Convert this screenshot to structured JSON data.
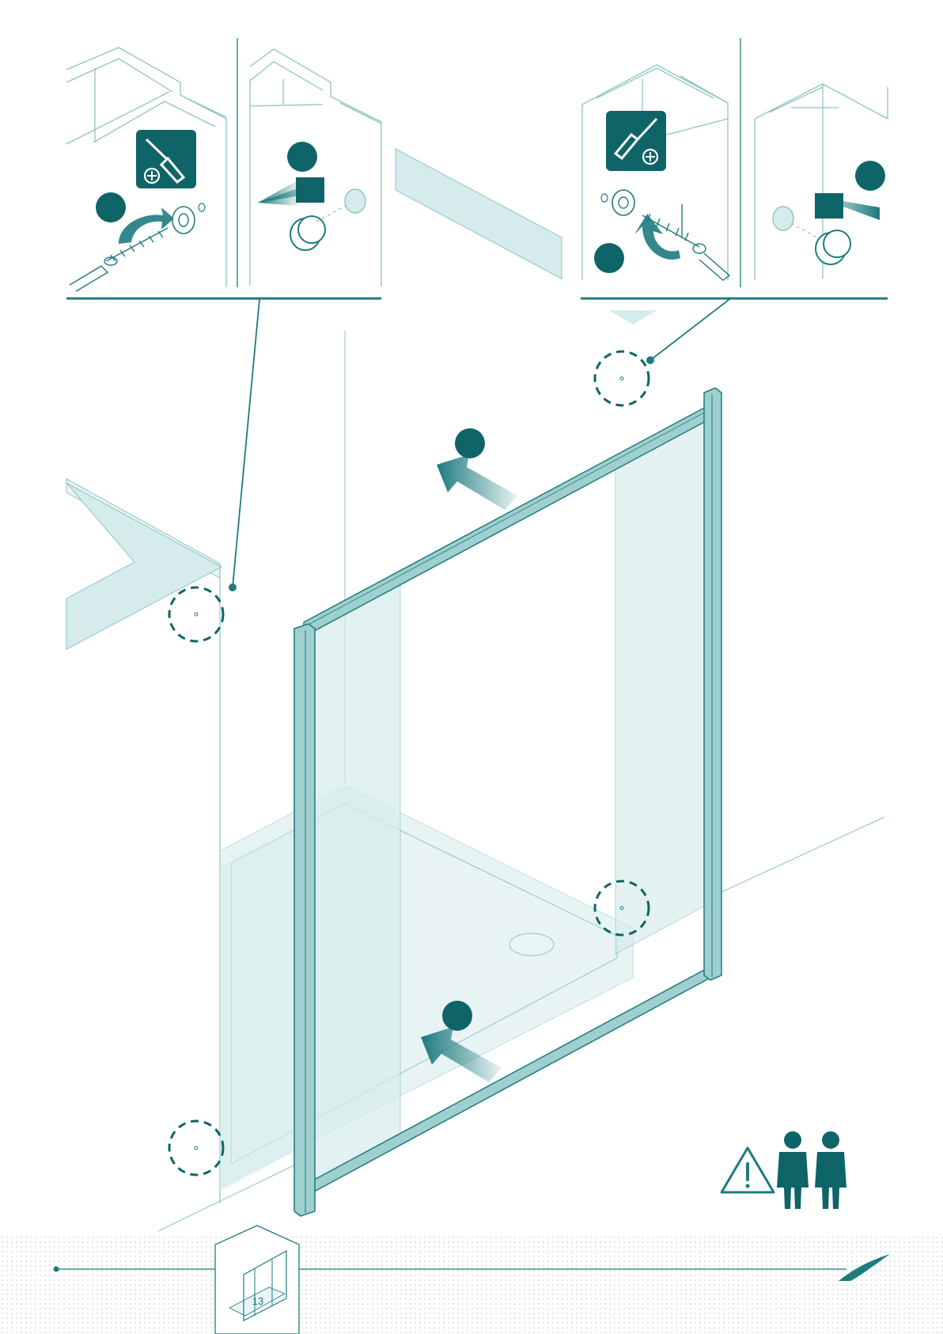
{
  "page": {
    "number": "13"
  },
  "colors": {
    "teal": "#1e7b7e",
    "teal_dark": "#0f6467",
    "glass": "#d6ecec",
    "glass_light": "#eaf5f5",
    "panel_outline": "#8fc3c3",
    "frame": "#9fcfcf"
  },
  "icons": {
    "screwdriver_badge": "screwdriver-plus-icon",
    "warning": "warning-triangle-icon",
    "two_person": "two-person-lift-icon",
    "arrow": "push-arrow-icon",
    "cap": "cover-cap-icon",
    "screw": "screw-icon"
  },
  "steps": [
    {
      "id": "step-1-left-screw",
      "marker": "step-marker"
    },
    {
      "id": "step-2-left-cap",
      "marker": "step-marker"
    },
    {
      "id": "step-1-right-screw",
      "marker": "step-marker"
    },
    {
      "id": "step-2-right-cap",
      "marker": "step-marker"
    },
    {
      "id": "step-top-push",
      "marker": "step-marker"
    },
    {
      "id": "step-bottom-push",
      "marker": "step-marker"
    }
  ]
}
